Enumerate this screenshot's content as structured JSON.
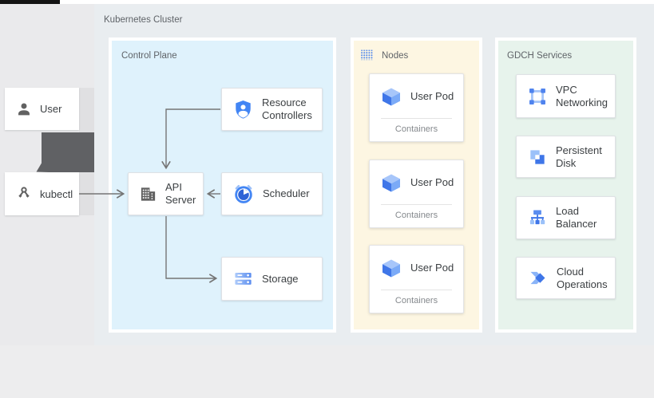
{
  "diagram": {
    "cluster_label": "Kubernetes Cluster",
    "user": {
      "label": "User"
    },
    "kubectl": {
      "label": "kubectl"
    },
    "control_plane": {
      "label": "Control Plane",
      "resource_controllers": "Resource Controllers",
      "api_server": "API Server",
      "scheduler": "Scheduler",
      "storage": "Storage"
    },
    "nodes": {
      "label": "Nodes",
      "pods": [
        {
          "title": "User Pod",
          "sub": "Containers"
        },
        {
          "title": "User Pod",
          "sub": "Containers"
        },
        {
          "title": "User Pod",
          "sub": "Containers"
        }
      ]
    },
    "gdch": {
      "label": "GDCH Services",
      "services": [
        "VPC Networking",
        "Persistent Disk",
        "Load Balancer",
        "Cloud Operations"
      ]
    },
    "icons": {
      "user": "person-icon",
      "kubectl": "kubectl-fork-icon",
      "resource_controllers": "shield-person-icon",
      "api_server": "building-icon",
      "scheduler": "alarm-clock-icon",
      "storage": "server-rows-icon",
      "nodes_header": "dot-grid-icon",
      "user_pod": "cube-icon",
      "vpc_networking": "vpc-network-icon",
      "persistent_disk": "stepped-disk-icon",
      "load_balancer": "hierarchy-icon",
      "cloud_operations": "hexagon-diamond-icon"
    },
    "colors": {
      "accent_blue": "#4285f4",
      "blue_light": "#aecbfa",
      "cluster_bg": "#e9edf0",
      "control_plane_bg": "#dff2fc",
      "nodes_bg": "#fdf6e2",
      "gdch_bg": "#e7f3ec",
      "connector_gray": "#757575",
      "big_arrow_gray": "#606164",
      "label_gray": "#5f6368",
      "card_text": "#3c4043"
    }
  }
}
